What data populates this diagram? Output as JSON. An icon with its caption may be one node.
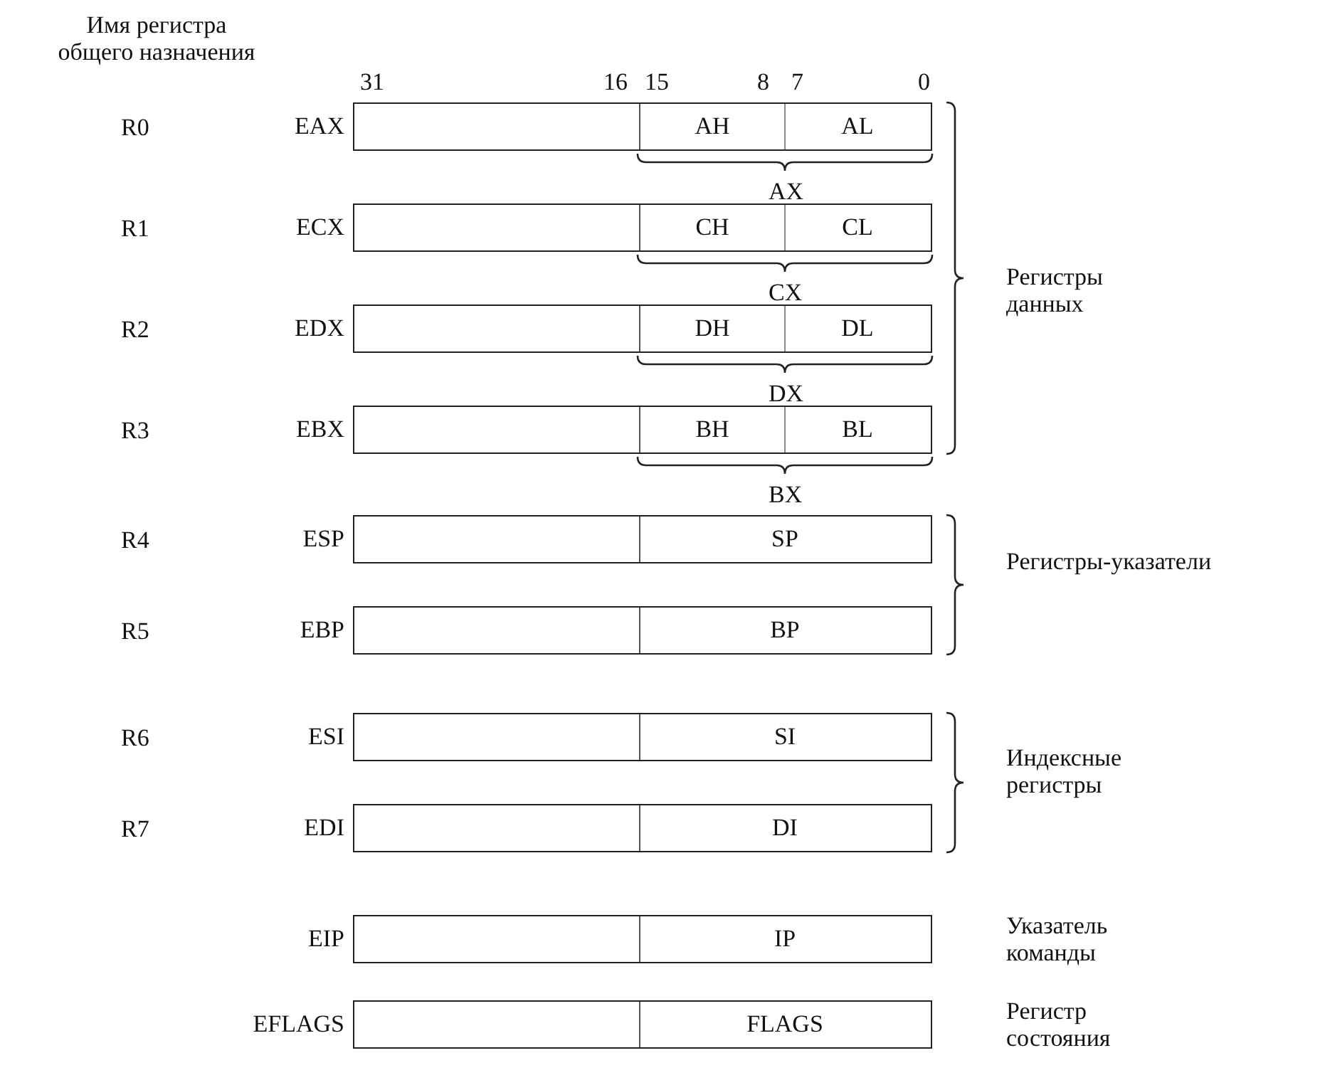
{
  "diagram": {
    "nodes": [
      {
        "text": [],
        "shape": "bar",
        "beside": [
          "EAX"
        ]
      },
      {
        "text": [
          "AH"
        ],
        "in": 0
      },
      {
        "text": [
          "AL"
        ],
        "in": 0
      },
      {
        "text": [],
        "shape": "bar",
        "beside": [
          "ECX"
        ]
      },
      {
        "text": [
          "CH"
        ],
        "in": 3
      },
      {
        "text": [
          "CL"
        ],
        "in": 3
      },
      {
        "text": [],
        "shape": "bar",
        "beside": [
          "EDX"
        ]
      },
      {
        "text": [
          "DH"
        ],
        "in": 6
      },
      {
        "text": [
          "DL"
        ],
        "in": 6
      },
      {
        "text": [],
        "shape": "bar",
        "beside": [
          "EBX"
        ]
      },
      {
        "text": [
          "BH"
        ],
        "in": 9
      },
      {
        "text": [
          "BL"
        ],
        "in": 9
      },
      {
        "text": [],
        "shape": "bar",
        "beside": [
          "ESP"
        ]
      },
      {
        "text": [
          "SP"
        ],
        "in": 12
      },
      {
        "text": [],
        "shape": "bar",
        "beside": [
          "EBP"
        ]
      },
      {
        "text": [
          "BP"
        ],
        "in": 14
      },
      {
        "text": [],
        "shape": "bar",
        "beside": [
          "ESI"
        ]
      },
      {
        "text": [
          "SI"
        ],
        "in": 16
      },
      {
        "text": [],
        "shape": "bar",
        "beside": [
          "EDI"
        ]
      },
      {
        "text": [
          "DI"
        ],
        "in": 18
      },
      {
        "text": [],
        "shape": "bar",
        "beside": [
          "EIP"
        ]
      },
      {
        "text": [
          "IP"
        ],
        "in": 20
      },
      {
        "text": [],
        "shape": "bar",
        "beside": [
          "EFLAGS"
        ]
      },
      {
        "text": [
          "FLAGS"
        ],
        "in": 22
      }
    ],
    "labels": [
      "Имя регистра общего назначения",
      "31",
      "16",
      "15",
      "8",
      "7",
      "0",
      "R0",
      "AX",
      "R1",
      "CX",
      "R2",
      "DX",
      "R3",
      "BX",
      "Регистры данных",
      "R4",
      "Регистры-указатели",
      "R5",
      "R6",
      "Индексные регистры",
      "R7",
      "Указатель команды",
      "Регистр состояния"
    ]
  }
}
